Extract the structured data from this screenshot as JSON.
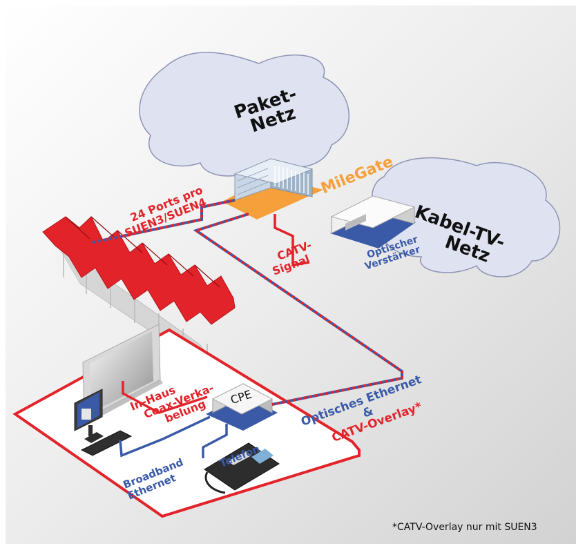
{
  "clouds": {
    "packet_line1": "Paket-",
    "packet_line2": "Netz",
    "cable_line1": "Kabel-TV-",
    "cable_line2": "Netz"
  },
  "devices": {
    "milegate": "MileGate",
    "cpe": "CPE",
    "amplifier_line1": "Optischer",
    "amplifier_line2": "Verstärker"
  },
  "labels": {
    "ports_line1": "24 Ports pro",
    "ports_line2": "SUEN3/SUEN4",
    "catv_line1": "CATV-",
    "catv_line2": "Signal",
    "inhouse_line1": "In-Haus",
    "inhouse_line2": "Coax-Verka-",
    "inhouse_line3": "belung",
    "optical_line1": "Optisches Ethernet",
    "optical_line2": "&",
    "optical_line3": "CATV-Overlay*",
    "broadband_line1": "Broadband",
    "broadband_line2": "Ethernet",
    "telefon": "Telefon"
  },
  "footnote": "*CATV-Overlay nur mit SUEN3",
  "colors": {
    "red": "#e2232a",
    "blue": "#3a5aa8",
    "orange": "#f5a03a",
    "cloud": "#dfe3f1"
  }
}
